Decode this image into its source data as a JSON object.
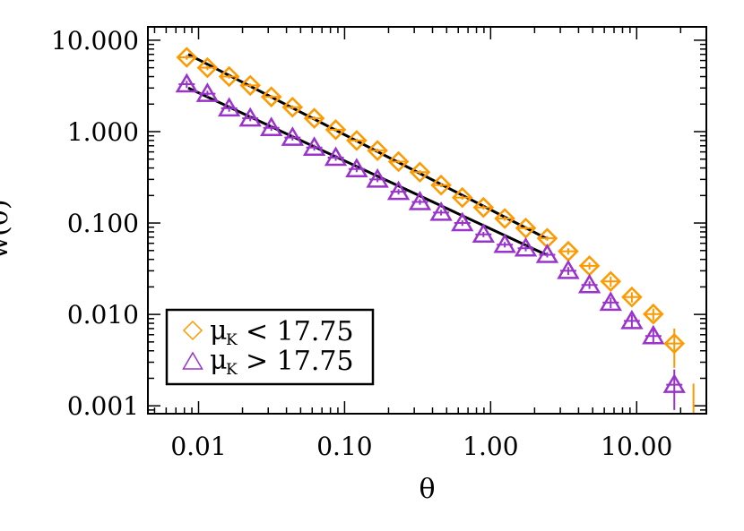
{
  "chart_data": {
    "type": "scatter",
    "xscale": "log",
    "yscale": "log",
    "xlabel": "θ",
    "ylabel": "w(θ)",
    "xlim": [
      0.0045,
      30
    ],
    "ylim": [
      0.00082,
      14
    ],
    "x_ticks": [
      {
        "value": 0.01,
        "label": "0.01"
      },
      {
        "value": 0.1,
        "label": "0.10"
      },
      {
        "value": 1,
        "label": "1.00"
      },
      {
        "value": 10,
        "label": "10.00"
      }
    ],
    "y_ticks": [
      {
        "value": 10,
        "label": "10.000"
      },
      {
        "value": 1,
        "label": "1.000"
      },
      {
        "value": 0.1,
        "label": "0.100"
      },
      {
        "value": 0.01,
        "label": "0.010"
      },
      {
        "value": 0.001,
        "label": "0.001"
      }
    ],
    "legend": {
      "placement": "bottom-left",
      "entries": [
        {
          "symbol": "diamond",
          "color": "#ff9900",
          "label": "< 17.75"
        },
        {
          "symbol": "triangle",
          "color": "#9933cc",
          "label": "> 17.75"
        }
      ]
    },
    "series": [
      {
        "marker": "diamond",
        "color": "#ff9900",
        "x": [
          0.0083,
          0.0115,
          0.0162,
          0.0226,
          0.0315,
          0.044,
          0.062,
          0.087,
          0.121,
          0.168,
          0.234,
          0.328,
          0.458,
          0.64,
          0.893,
          1.25,
          1.74,
          2.44,
          3.4,
          4.75,
          6.64,
          9.27,
          13.0,
          18.1
        ],
        "y": [
          6.5,
          5.0,
          4.0,
          3.2,
          2.4,
          1.85,
          1.4,
          1.05,
          0.8,
          0.62,
          0.47,
          0.36,
          0.26,
          0.19,
          0.148,
          0.112,
          0.088,
          0.068,
          0.049,
          0.034,
          0.023,
          0.0155,
          0.0101,
          0.0048
        ],
        "yerr": [
          0.4,
          0.3,
          0.2,
          0.16,
          0.12,
          0.09,
          0.07,
          0.05,
          0.04,
          0.03,
          0.02,
          0.018,
          0.013,
          0.01,
          0.008,
          0.006,
          0.005,
          0.004,
          0.004,
          0.003,
          0.003,
          0.002,
          0.0015,
          0.0022
        ]
      },
      {
        "marker": "triangle",
        "color": "#9933cc",
        "x": [
          0.0083,
          0.0115,
          0.0162,
          0.0226,
          0.0315,
          0.044,
          0.062,
          0.087,
          0.121,
          0.168,
          0.234,
          0.328,
          0.458,
          0.64,
          0.893,
          1.25,
          1.74,
          2.44,
          3.4,
          4.75,
          6.64,
          9.27,
          13.0,
          18.1
        ],
        "y": [
          3.3,
          2.6,
          1.8,
          1.4,
          1.1,
          0.86,
          0.67,
          0.52,
          0.39,
          0.3,
          0.22,
          0.17,
          0.13,
          0.1,
          0.075,
          0.058,
          0.053,
          0.045,
          0.03,
          0.021,
          0.0135,
          0.0085,
          0.0058,
          0.0017
        ],
        "yerr": [
          0.3,
          0.2,
          0.15,
          0.1,
          0.08,
          0.06,
          0.05,
          0.04,
          0.03,
          0.02,
          0.015,
          0.012,
          0.009,
          0.007,
          0.005,
          0.004,
          0.004,
          0.003,
          0.003,
          0.002,
          0.0018,
          0.0014,
          0.0011,
          0.0008
        ]
      },
      {
        "type": "errorbar-only",
        "color": "#ff9900",
        "x": [
          24.5
        ],
        "y": [
          0.00095
        ],
        "yerr": [
          0.0008
        ]
      }
    ],
    "fits": [
      {
        "color": "#000000",
        "x": [
          0.0085,
          2.4
        ],
        "y": [
          7.0,
          0.068
        ]
      },
      {
        "color": "#000000",
        "x": [
          0.0085,
          2.4
        ],
        "y": [
          3.0,
          0.045
        ]
      }
    ]
  }
}
